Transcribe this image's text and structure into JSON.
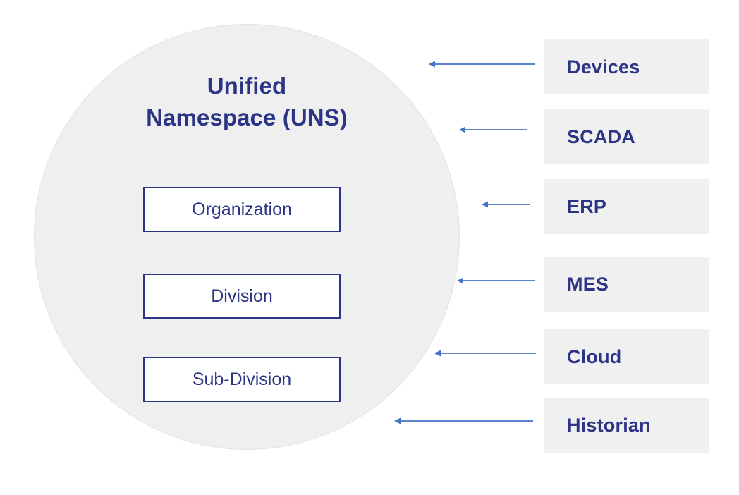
{
  "diagram": {
    "title": "Unified Namespace (UNS) architecture",
    "background_color": "#ffffff",
    "accent_navy": "#2b3485",
    "circle_fill": "#efefef",
    "label_fill": "#f0f0f0",
    "arrow_color": "#4472c4"
  },
  "uns": {
    "title_line1": "Unified",
    "title_line2": "Namespace (UNS)",
    "layers": [
      {
        "label": "Organization"
      },
      {
        "label": "Division"
      },
      {
        "label": "Sub-Division"
      }
    ]
  },
  "sources": [
    {
      "label": "Devices"
    },
    {
      "label": "SCADA"
    },
    {
      "label": "ERP"
    },
    {
      "label": "MES"
    },
    {
      "label": "Cloud"
    },
    {
      "label": "Historian"
    }
  ],
  "connectors": [
    {
      "from": "Devices",
      "to": "Unified Namespace (UNS)",
      "direction": "left"
    },
    {
      "from": "SCADA",
      "to": "Unified Namespace (UNS)",
      "direction": "left"
    },
    {
      "from": "ERP",
      "to": "Unified Namespace (UNS)",
      "direction": "left"
    },
    {
      "from": "MES",
      "to": "Unified Namespace (UNS)",
      "direction": "left"
    },
    {
      "from": "Cloud",
      "to": "Unified Namespace (UNS)",
      "direction": "left"
    },
    {
      "from": "Historian",
      "to": "Unified Namespace (UNS)",
      "direction": "left"
    }
  ]
}
